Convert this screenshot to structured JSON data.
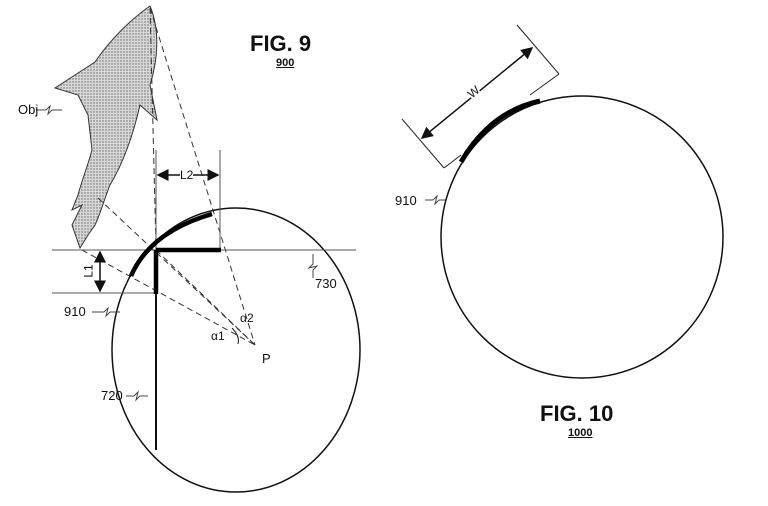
{
  "fig9": {
    "title": "FIG. 9",
    "number": "900",
    "labels": {
      "object": "Obj",
      "arc": "910",
      "vertical_line": "720",
      "horizontal_line": "730",
      "point": "P",
      "alpha1": "α1",
      "alpha2": "α2",
      "length1": "L1",
      "length2": "L2"
    }
  },
  "fig10": {
    "title": "FIG. 10",
    "number": "1000",
    "labels": {
      "arc": "910",
      "width": "W"
    }
  }
}
